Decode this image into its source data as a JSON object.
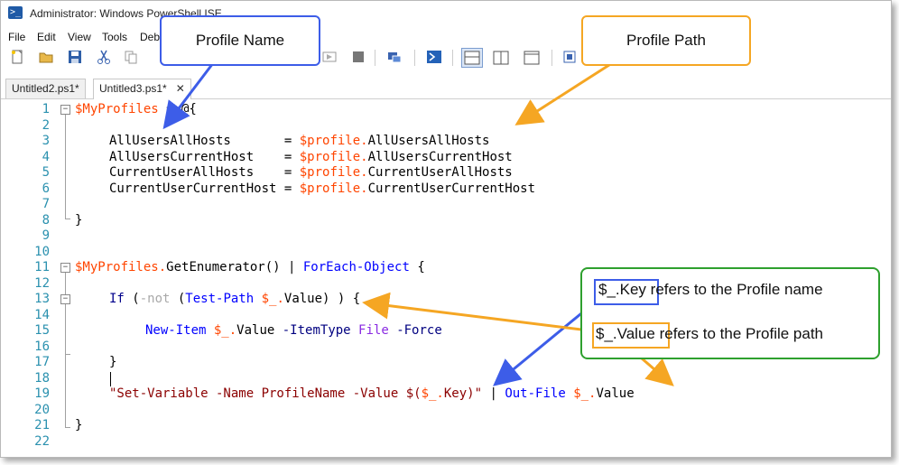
{
  "window": {
    "title": "Administrator: Windows PowerShell ISE"
  },
  "menu": [
    "File",
    "Edit",
    "View",
    "Tools",
    "Deb"
  ],
  "tabs": [
    {
      "label": "Untitled2.ps1*",
      "active": false
    },
    {
      "label": "Untitled3.ps1*",
      "active": true,
      "close": "✕"
    }
  ],
  "editor": {
    "line_numbers": [
      "1",
      "2",
      "3",
      "4",
      "5",
      "6",
      "7",
      "8",
      "9",
      "10",
      "11",
      "12",
      "13",
      "14",
      "15",
      "16",
      "17",
      "18",
      "19",
      "20",
      "21",
      "22"
    ],
    "collapse_glyph": "⊟",
    "lines": {
      "l1": {
        "var": "$MyProfiles",
        "rest": " = @{"
      },
      "l3": {
        "name": "AllUsersAllHosts       ",
        "eq": "= ",
        "var": "$profile.",
        "prop": "AllUsersAllHosts"
      },
      "l4": {
        "name": "AllUsersCurrentHost    ",
        "eq": "= ",
        "var": "$profile.",
        "prop": "AllUsersCurrentHost"
      },
      "l5": {
        "name": "CurrentUserAllHosts    ",
        "eq": "= ",
        "var": "$profile.",
        "prop": "CurrentUserAllHosts"
      },
      "l6": {
        "name": "CurrentUserCurrentHost ",
        "eq": "= ",
        "var": "$profile.",
        "prop": "CurrentUserCurrentHost"
      },
      "l8": {
        "text": "}"
      },
      "l11": {
        "var": "$MyProfiles.",
        "method": "GetEnumerator() ",
        "pipe": "| ",
        "cmd": "ForEach-Object",
        "rest": " {"
      },
      "l13": {
        "kw": "If",
        "p1": " (",
        "op": "-not",
        "p2": " (",
        "cmd": "Test-Path",
        "sp": " ",
        "var": "$_.",
        "prop": "Value) ) {"
      },
      "l15": {
        "cmd": "New-Item",
        "sp": " ",
        "var": "$_.",
        "prop": "Value ",
        "param": "-ItemType",
        "sp2": " ",
        "arg": "File",
        "sp3": " ",
        "param2": "-Force"
      },
      "l17": {
        "text": "}"
      },
      "l19": {
        "str1": "\"Set-Variable -Name ProfileName -Value $(",
        "var": "$_.",
        "str2": "Key)\"",
        "pipe": " | ",
        "cmd": "Out-File",
        "sp": " ",
        "var2": "$_.",
        "prop": "Value"
      },
      "l21": {
        "text": "}"
      }
    }
  },
  "callouts": {
    "profile_name": "Profile Name",
    "profile_path": "Profile Path"
  },
  "legend": {
    "key_token": "$_.Key",
    "key_text": " refers to the Profile name",
    "value_token": "$_.Value",
    "value_text": " refers to the Profile path"
  },
  "colors": {
    "callout_blue": "#3d5de8",
    "callout_orange": "#f5a623",
    "legend_green": "#2ea02e"
  }
}
